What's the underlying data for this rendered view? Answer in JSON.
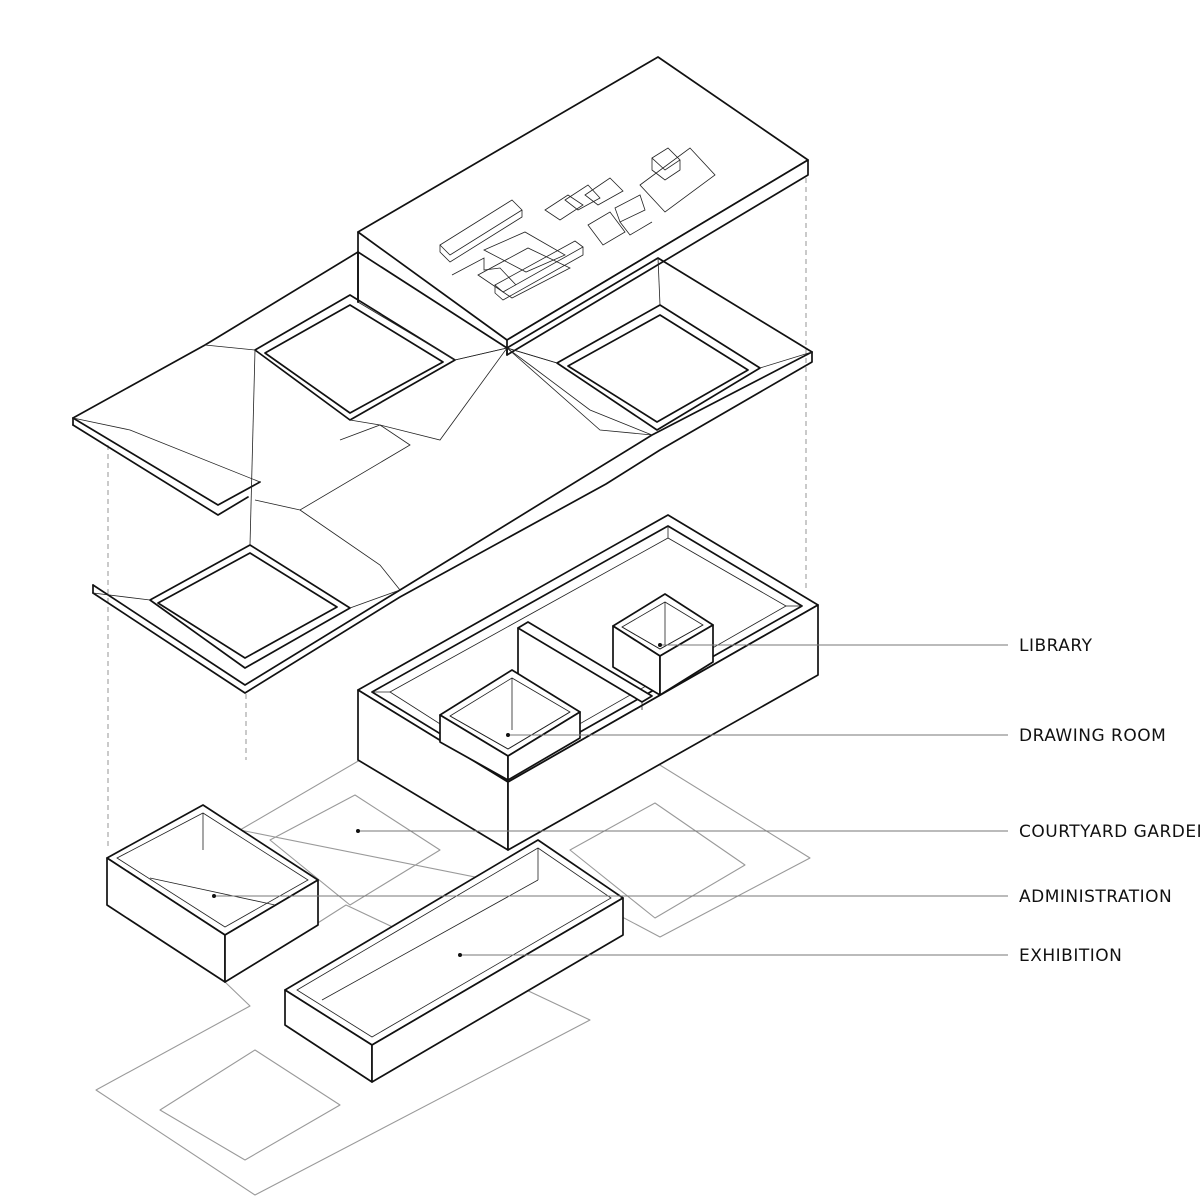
{
  "labels": {
    "library": "LIBRARY",
    "drawing_room": "DRAWING ROOM",
    "courtyard_garden": "COURTYARD GARDEN",
    "administration": "ADMINISTRATION",
    "exhibition": "EXHIBITION"
  }
}
